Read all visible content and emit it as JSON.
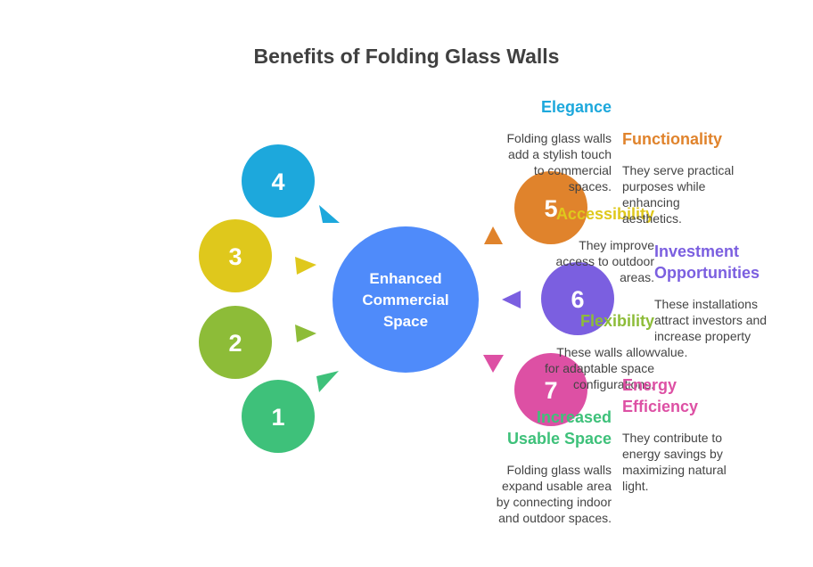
{
  "title": "Benefits of Folding Glass Walls",
  "center": {
    "lines": [
      "Enhanced",
      "Commercial",
      "Space"
    ],
    "color": "#4f8bfa"
  },
  "items": [
    {
      "number": "1",
      "color": "#3ec17a",
      "heading_lines": [
        "Increased",
        "Usable Space"
      ],
      "desc_lines": [
        "Folding glass walls",
        "expand usable area",
        "by connecting indoor",
        "and outdoor spaces."
      ]
    },
    {
      "number": "2",
      "color": "#8dbc38",
      "heading_lines": [
        "Flexibility"
      ],
      "desc_lines": [
        "These walls allow",
        "for adaptable space",
        "configurations."
      ]
    },
    {
      "number": "3",
      "color": "#dfc81c",
      "heading_lines": [
        "Accessibility"
      ],
      "desc_lines": [
        "They improve",
        "access to outdoor",
        "areas."
      ]
    },
    {
      "number": "4",
      "color": "#1da8dc",
      "heading_lines": [
        "Elegance"
      ],
      "desc_lines": [
        "Folding glass walls",
        "add a stylish touch",
        "to commercial",
        "spaces."
      ]
    },
    {
      "number": "5",
      "color": "#e0832c",
      "heading_lines": [
        "Functionality"
      ],
      "desc_lines": [
        "They serve practical",
        "purposes while",
        "enhancing",
        "aesthetics."
      ]
    },
    {
      "number": "6",
      "color": "#7b5fe0",
      "heading_lines": [
        "Investment",
        "Opportunities"
      ],
      "desc_lines": [
        "These installations",
        "attract investors and",
        "increase property",
        "value."
      ]
    },
    {
      "number": "7",
      "color": "#dd50a4",
      "heading_lines": [
        "Energy",
        "Efficiency"
      ],
      "desc_lines": [
        "They contribute to",
        "energy savings by",
        "maximizing natural",
        "light."
      ]
    }
  ]
}
